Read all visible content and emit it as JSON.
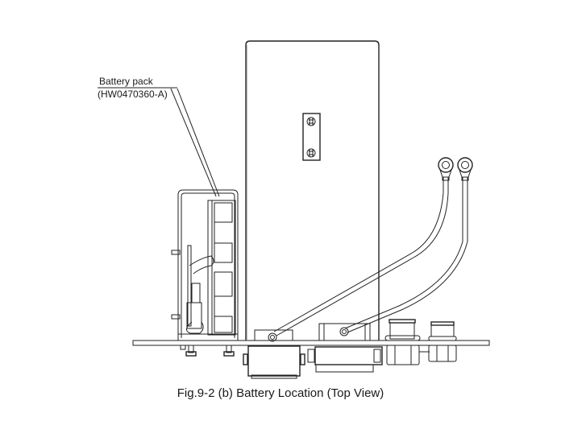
{
  "figure": {
    "caption": "Fig.9-2 (b)  Battery Location (Top View)"
  },
  "callouts": [
    {
      "line1": "Battery pack",
      "line2": "(HW0470360-A)",
      "target": "battery-pack"
    }
  ],
  "components": {
    "battery_pack": "battery-pack",
    "main_panel": "main-panel",
    "ring_terminals": 2,
    "connectors": [
      "d-sub-connector-left",
      "d-sub-connector-right"
    ],
    "fittings": [
      "hex-fitting-large",
      "hex-fitting-small"
    ]
  },
  "colors": {
    "line": "#222222",
    "background": "#ffffff"
  }
}
